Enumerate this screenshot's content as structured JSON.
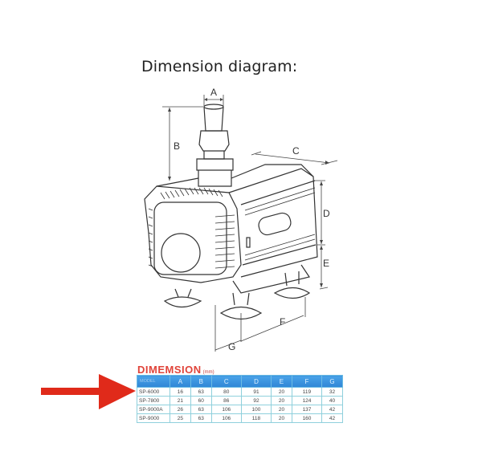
{
  "title": "Dimension diagram:",
  "labels": {
    "A": "A",
    "B": "B",
    "C": "C",
    "D": "D",
    "E": "E",
    "F": "F",
    "G": "G"
  },
  "table": {
    "heading": "DIMEMSION",
    "unit": "(mm)",
    "columns": [
      "MODEL",
      "A",
      "B",
      "C",
      "D",
      "E",
      "F",
      "G"
    ],
    "rows": [
      [
        "SP-6000",
        "16",
        "63",
        "80",
        "91",
        "20",
        "119",
        "32"
      ],
      [
        "SP-7800",
        "21",
        "60",
        "86",
        "92",
        "20",
        "124",
        "40"
      ],
      [
        "SP-9000A",
        "26",
        "63",
        "106",
        "100",
        "20",
        "137",
        "42"
      ],
      [
        "SP-9000",
        "25",
        "63",
        "106",
        "118",
        "20",
        "160",
        "42"
      ]
    ]
  },
  "colors": {
    "accent_red": "#e0443a",
    "header_blue": "#3a93de",
    "arrow": "#e02a1a"
  }
}
